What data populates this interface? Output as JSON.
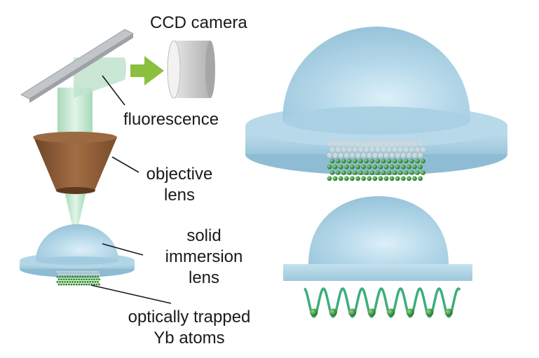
{
  "labels": {
    "camera": "CCD camera",
    "fluorescence": "fluorescence",
    "objective": [
      "objective",
      "lens"
    ],
    "sil": [
      "solid",
      "immersion",
      "lens"
    ],
    "atoms": [
      "optically trapped",
      "Yb atoms"
    ]
  },
  "colors": {
    "lens_fill": "#a9cfe1",
    "lens_edge": "#7fb2c9",
    "beam": "#bfe3cc",
    "objective": "#8f5e38",
    "mirror": "#b9bcbf",
    "camera": "#c9c9c9",
    "arrow": "#8cbf3f",
    "atom_green": "#2f8f2f",
    "atom_gray": "#d3d6d8",
    "wave": "#3cae7a"
  },
  "icons": {
    "mirror": "mirror-icon",
    "camera": "camera-icon",
    "arrow": "arrow-right-icon"
  }
}
